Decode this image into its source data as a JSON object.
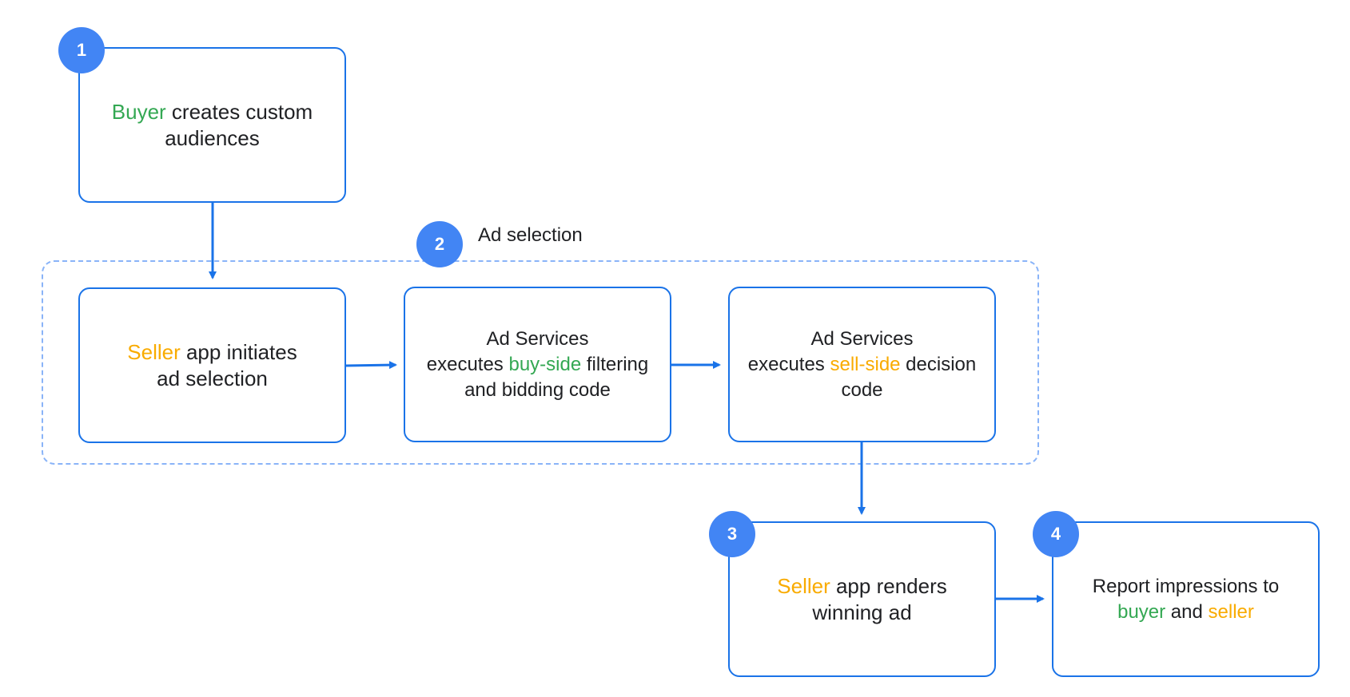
{
  "colors": {
    "accent": "#1a73e8",
    "badge": "#4285f4",
    "group_border": "#8ab4f8",
    "buyer": "#34a853",
    "seller": "#f9ab00",
    "text": "#202124"
  },
  "group": {
    "badge": "2",
    "label": "Ad selection"
  },
  "steps": {
    "create_audiences": {
      "badge": "1",
      "line1_highlight": "Buyer",
      "line1_rest": " creates custom",
      "line2": "audiences"
    },
    "initiate_selection": {
      "line1_highlight": "Seller",
      "line1_rest": " app initiates",
      "line2": "ad selection"
    },
    "buy_side": {
      "line1": "Ad Services",
      "line2_pre": "executes ",
      "line2_highlight": "buy-side",
      "line2_post": " filtering",
      "line3": "and bidding code"
    },
    "sell_side": {
      "line1": "Ad Services",
      "line2_pre": "executes ",
      "line2_highlight": "sell-side",
      "line2_post": " decision",
      "line3": "code"
    },
    "render_ad": {
      "badge": "3",
      "line1_highlight": "Seller",
      "line1_rest": " app renders",
      "line2": "winning ad"
    },
    "report": {
      "badge": "4",
      "line1": "Report impressions to",
      "line2_buyer": "buyer",
      "line2_and": " and ",
      "line2_seller": "seller"
    }
  }
}
